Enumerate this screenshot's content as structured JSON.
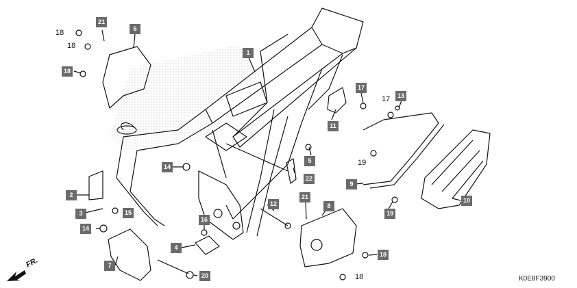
{
  "diagram": {
    "code": "K0E8F3900",
    "front_label": "FR.",
    "callouts_boxed": [
      {
        "id": "21a",
        "text": "21"
      },
      {
        "id": "6",
        "text": "6"
      },
      {
        "id": "18a",
        "text": "18"
      },
      {
        "id": "1",
        "text": "1"
      },
      {
        "id": "17a",
        "text": "17"
      },
      {
        "id": "13",
        "text": "13"
      },
      {
        "id": "11",
        "text": "11"
      },
      {
        "id": "5",
        "text": "5"
      },
      {
        "id": "22",
        "text": "22"
      },
      {
        "id": "14a",
        "text": "14"
      },
      {
        "id": "2",
        "text": "2"
      },
      {
        "id": "15",
        "text": "15"
      },
      {
        "id": "3",
        "text": "3"
      },
      {
        "id": "12",
        "text": "12"
      },
      {
        "id": "21b",
        "text": "21"
      },
      {
        "id": "8",
        "text": "8"
      },
      {
        "id": "16",
        "text": "16"
      },
      {
        "id": "14b",
        "text": "14"
      },
      {
        "id": "4",
        "text": "4"
      },
      {
        "id": "7",
        "text": "7"
      },
      {
        "id": "20",
        "text": "20"
      },
      {
        "id": "9",
        "text": "9"
      },
      {
        "id": "10",
        "text": "10"
      },
      {
        "id": "19b",
        "text": "19"
      },
      {
        "id": "18b",
        "text": "18"
      }
    ],
    "callouts_plain": [
      {
        "id": "18p1",
        "text": "18"
      },
      {
        "id": "18p2",
        "text": "18"
      },
      {
        "id": "17p",
        "text": "17"
      },
      {
        "id": "19p",
        "text": "19"
      },
      {
        "id": "18p3",
        "text": "18"
      }
    ]
  }
}
